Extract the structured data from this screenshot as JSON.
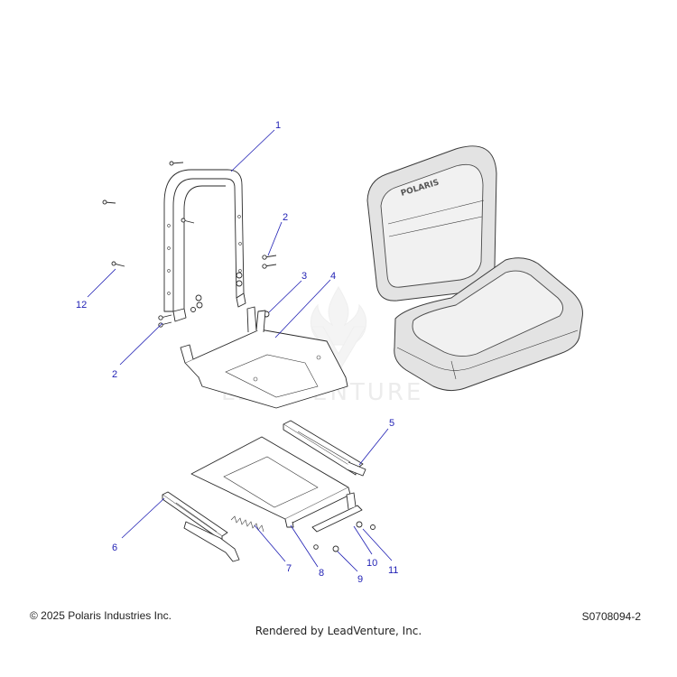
{
  "footer": {
    "copyright": "© 2025 Polaris Industries Inc.",
    "drawing_id": "S0708094-2",
    "rendered_by": "Rendered by LeadVenture, Inc."
  },
  "watermark": {
    "text": "LEADVENTURE"
  },
  "seat_logo": {
    "text": "POLARIS"
  },
  "callouts": [
    {
      "label": "1"
    },
    {
      "label": "2"
    },
    {
      "label": "2"
    },
    {
      "label": "3"
    },
    {
      "label": "4"
    },
    {
      "label": "5"
    },
    {
      "label": "6"
    },
    {
      "label": "7"
    },
    {
      "label": "8"
    },
    {
      "label": "9"
    },
    {
      "label": "10"
    },
    {
      "label": "11"
    },
    {
      "label": "12"
    }
  ],
  "colors": {
    "callout": "#1f1fb4",
    "line": "#2a2a2a",
    "cushion": "#e3e3e3"
  }
}
